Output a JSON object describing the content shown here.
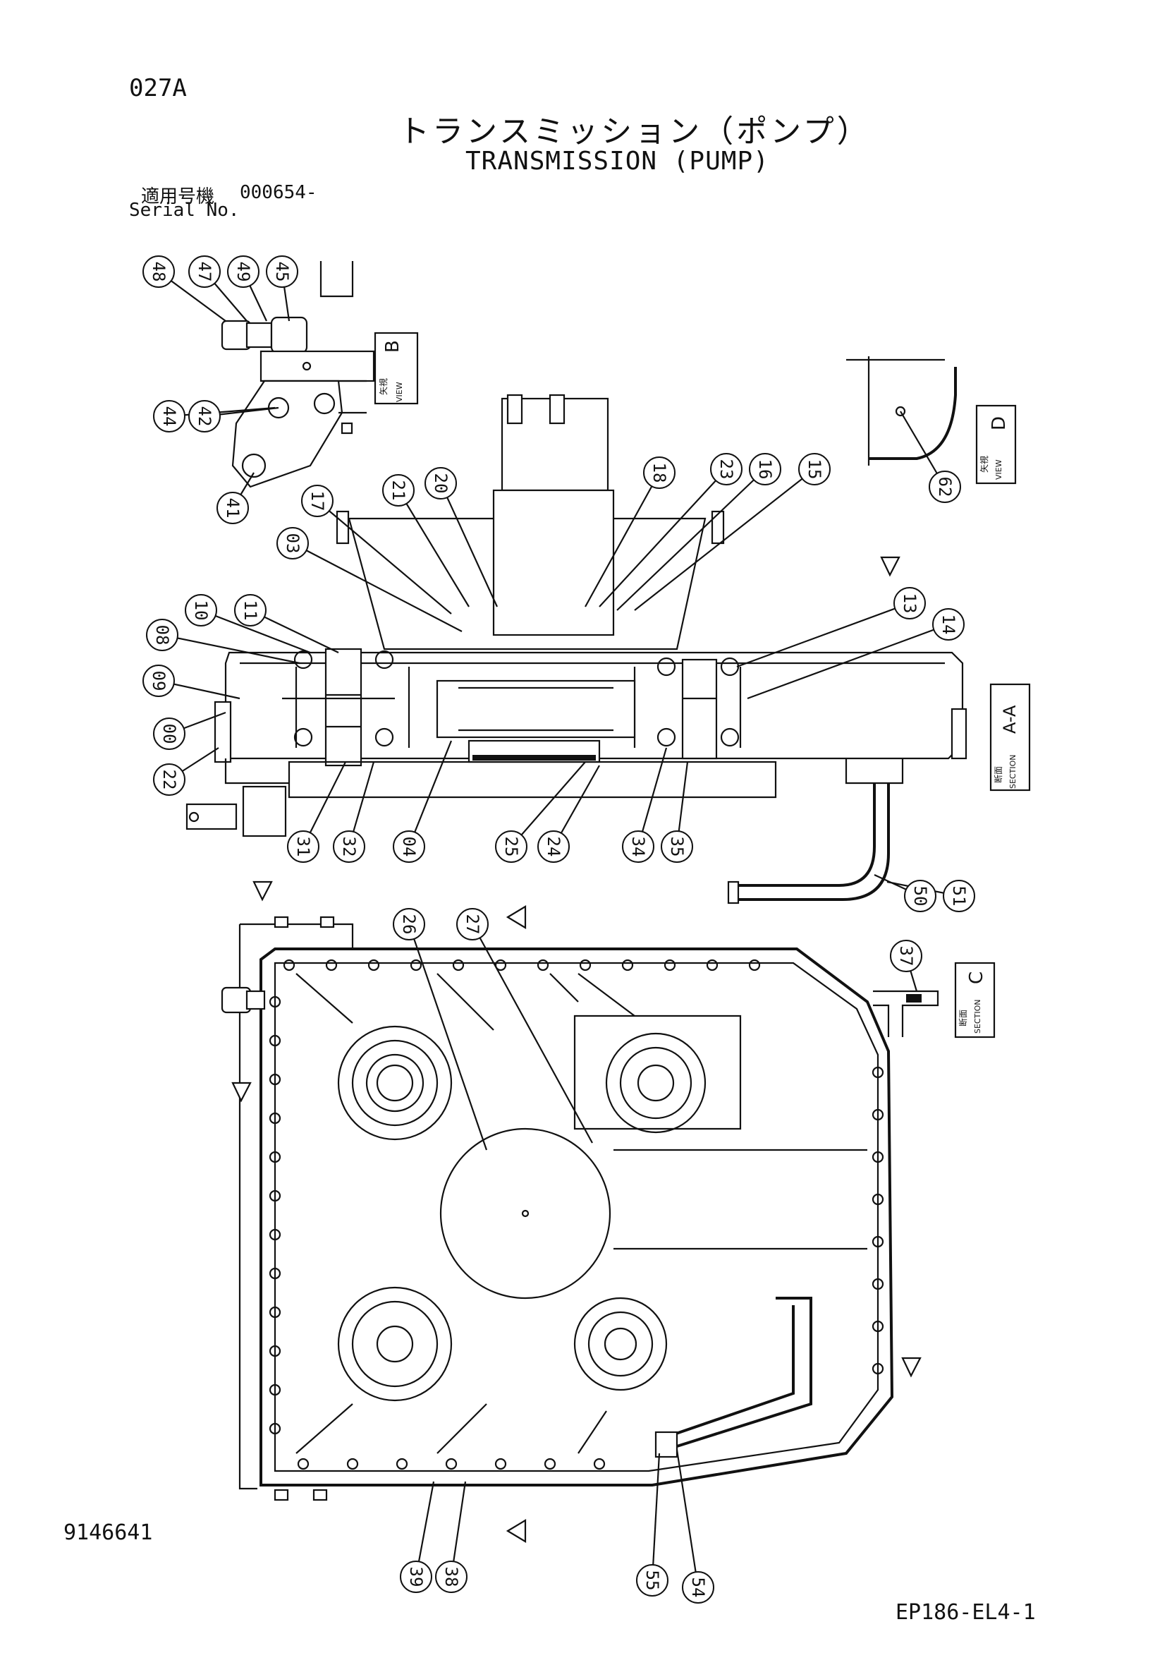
{
  "header": {
    "code": "027A",
    "title_jp": "トランスミッション（ポンプ）",
    "title_en": "TRANSMISSION (PUMP)",
    "serial_label_jp": "適用号機",
    "serial_value": "000654-",
    "serial_label_en": "Serial No."
  },
  "footer": {
    "doc_number": "9146641",
    "ref_code": "EP186-EL4-1"
  },
  "callouts": [
    "48",
    "47",
    "49",
    "45",
    "44",
    "42",
    "41",
    "17",
    "21",
    "20",
    "18",
    "23",
    "16",
    "15",
    "62",
    "03",
    "10",
    "11",
    "08",
    "09",
    "00",
    "22",
    "13",
    "14",
    "31",
    "32",
    "04",
    "25",
    "24",
    "34",
    "35",
    "50",
    "51",
    "26",
    "27",
    "37",
    "39",
    "38",
    "55",
    "54"
  ],
  "view_labels": {
    "view_b": {
      "jp": "矢視",
      "en": "VIEW",
      "letter": "B"
    },
    "view_d": {
      "jp": "矢視",
      "en": "VIEW",
      "letter": "D"
    },
    "section_aa": {
      "jp": "断面",
      "en": "SECTION",
      "letter": "A-A"
    },
    "section_c": {
      "jp": "断面",
      "en": "SECTION",
      "letter": "C"
    }
  }
}
